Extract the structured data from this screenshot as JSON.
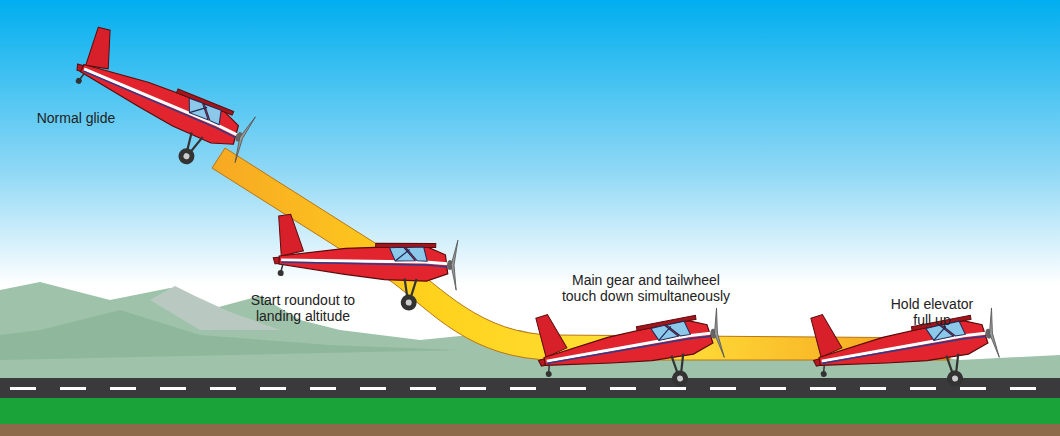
{
  "diagram": {
    "labels": [
      "Normal glide",
      "Start roundout to landing altitude",
      "Main gear and tailwheel touch down simultaneously",
      "Hold elevator full up"
    ]
  }
}
